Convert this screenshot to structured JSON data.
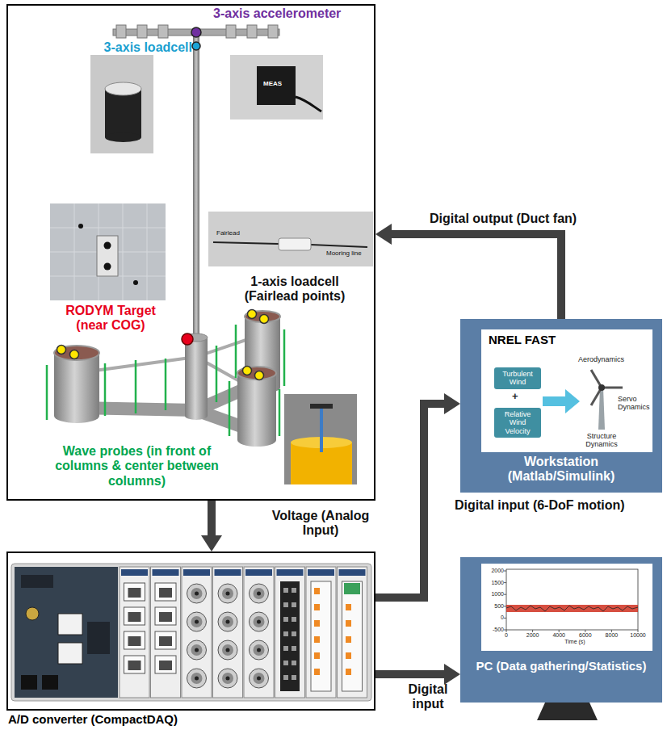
{
  "diagram": {
    "nodes": [
      {
        "text": [
          "3-axis accelerometer",
          "3-axis loadcell",
          "1-axis loadcell (Fairlead points)",
          "RODYM Target (near COG)",
          "Wave probes (in front of columns & center between columns)"
        ]
      },
      {
        "text": [
          "NREL FAST",
          "Workstation (Matlab/Simulink)"
        ]
      },
      {
        "text": [
          "Turbulent Wind"
        ],
        "in": 1
      },
      {
        "text": [
          "Relative Wind Velocity"
        ],
        "in": 1
      },
      {
        "text": [
          "A/D converter (CompactDAQ)"
        ]
      },
      {
        "text": [
          "PC (Data gathering/Statistics)"
        ]
      }
    ],
    "edges": [
      {
        "from": 1,
        "to": 0,
        "arrow": "to",
        "label": "Digital output (Duct fan)"
      },
      {
        "from": 0,
        "to": 4,
        "arrow": "to",
        "label": "Voltage (Analog Input)"
      },
      {
        "from": 4,
        "to": 1,
        "arrow": "to",
        "label": "Digital input (6-DoF motion)"
      },
      {
        "from": 4,
        "to": 5,
        "arrow": "to",
        "label": "Digital input"
      }
    ],
    "labels": [
      "MEAS",
      "Fairlead",
      "Mooring line",
      "Aerodynamics",
      "Servo Dynamics",
      "Structure Dynamics",
      "+",
      "2000",
      "1500",
      "1000",
      "500",
      "0",
      "-500",
      "0",
      "2000",
      "4000",
      "6000",
      "8000",
      "10000",
      "Time (s)"
    ]
  }
}
